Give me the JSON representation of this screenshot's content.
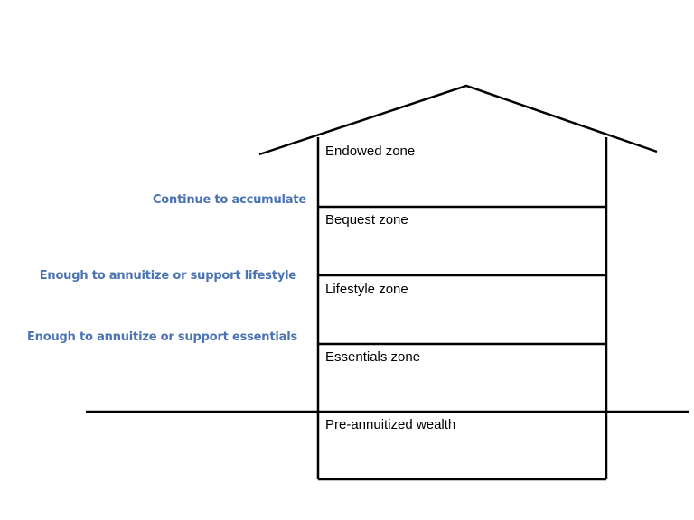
{
  "zones": [
    {
      "label": "Endowed zone"
    },
    {
      "label": "Bequest zone"
    },
    {
      "label": "Lifestyle zone"
    },
    {
      "label": "Essentials zone"
    },
    {
      "label": "Pre-annuitized wealth"
    }
  ],
  "thresholds": [
    {
      "label": "Continue to accumulate"
    },
    {
      "label": "Enough to annuitize or support lifestyle"
    },
    {
      "label": "Enough to annuitize or support essentials"
    }
  ],
  "colors": {
    "line": "#000000",
    "threshold_text": "#4a73b3",
    "zone_text": "#000000",
    "background": "#ffffff"
  }
}
